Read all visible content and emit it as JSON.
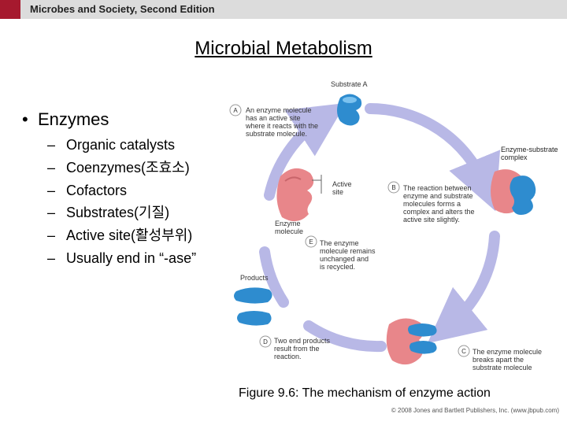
{
  "header": {
    "book_title": "Microbes and Society, Second Edition"
  },
  "slide": {
    "title": "Microbial Metabolism",
    "bullet": "Enzymes",
    "bullet_symbol": "•",
    "sub_dash": "–",
    "sub_items": [
      "Organic catalysts",
      "Coenzymes(조효소)",
      "Cofactors",
      "Substrates(기질)",
      "Active site(활성부위)",
      "Usually end in “-ase”"
    ]
  },
  "figure": {
    "caption": "Figure 9.6: The mechanism of enzyme action",
    "copyright": "© 2008 Jones and Bartlett Publishers, Inc. (www.jbpub.com)",
    "substrate_a_label": "Substrate A",
    "complex_label": [
      "Enzyme-substrate",
      "complex"
    ],
    "active_site_label": [
      "Active",
      "site"
    ],
    "enzyme_molecule_label": [
      "Enzyme",
      "molecule"
    ],
    "products_label": "Products",
    "steps": [
      {
        "letter": "A",
        "lines": [
          "An enzyme molecule",
          "has an active site",
          "where it reacts with the",
          "substrate molecule."
        ]
      },
      {
        "letter": "B",
        "lines": [
          "The reaction between",
          "enzyme and substrate",
          "molecules forms a",
          "complex and alters the",
          "active site slightly."
        ]
      },
      {
        "letter": "C",
        "lines": [
          "The enzyme molecule",
          "breaks apart the",
          "substrate molecule"
        ]
      },
      {
        "letter": "D",
        "lines": [
          "Two end products",
          "result from the",
          "reaction."
        ]
      },
      {
        "letter": "E",
        "lines": [
          "The enzyme",
          "molecule remains",
          "unchanged and",
          "is recycled."
        ]
      }
    ],
    "colors": {
      "cycle": "#b8b8e6",
      "enzyme": "#e8868a",
      "substrate": "#2e8ccf",
      "header_red": "#a6192e"
    }
  }
}
